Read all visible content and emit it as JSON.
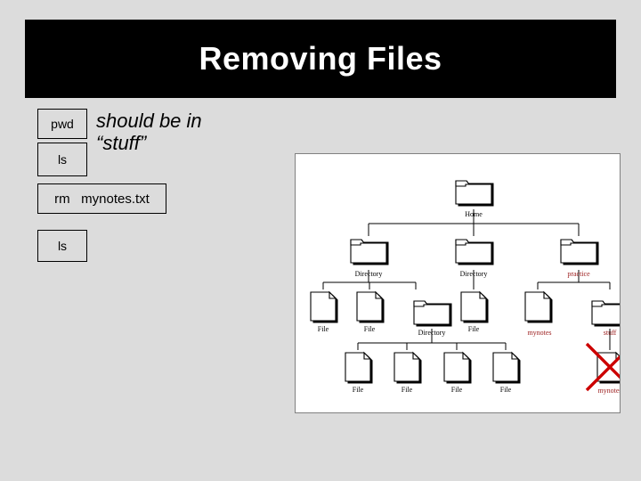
{
  "slide": {
    "title": "Removing Files",
    "background_color": "#dcdcdc",
    "title_bar_color": "#000000",
    "title_text_color": "#ffffff"
  },
  "commands": [
    {
      "id": "pwd",
      "label": "pwd"
    },
    {
      "id": "ls1",
      "label": "ls"
    },
    {
      "id": "rm",
      "label": "rm   mynotes.txt"
    },
    {
      "id": "ls2",
      "label": "ls"
    }
  ],
  "note": {
    "line1": "should be in",
    "line2": "“stuff”"
  },
  "diagram": {
    "panel_background": "#ffffff",
    "panel_border_color": "#808080",
    "highlight_color": "#9b1b1b",
    "delete_mark_color": "#cc0000",
    "nodes": [
      {
        "id": "home",
        "label": "Home",
        "type": "folder",
        "color": "normal",
        "deleted": false
      },
      {
        "id": "dir1",
        "label": "Directory",
        "type": "folder",
        "color": "normal",
        "deleted": false
      },
      {
        "id": "dir2",
        "label": "Directory",
        "type": "folder",
        "color": "normal",
        "deleted": false
      },
      {
        "id": "practice",
        "label": "practice",
        "type": "folder",
        "color": "highlight",
        "deleted": false
      },
      {
        "id": "file1",
        "label": "File",
        "type": "file",
        "color": "normal",
        "deleted": false
      },
      {
        "id": "file2",
        "label": "File",
        "type": "file",
        "color": "normal",
        "deleted": false
      },
      {
        "id": "dir3",
        "label": "Directory",
        "type": "folder",
        "color": "normal",
        "deleted": false
      },
      {
        "id": "file3",
        "label": "File",
        "type": "file",
        "color": "normal",
        "deleted": false
      },
      {
        "id": "mynotes1",
        "label": "mynotes",
        "type": "file",
        "color": "highlight",
        "deleted": false
      },
      {
        "id": "stuff",
        "label": "stuff",
        "type": "folder",
        "color": "highlight",
        "deleted": false
      },
      {
        "id": "file4",
        "label": "File",
        "type": "file",
        "color": "normal",
        "deleted": false
      },
      {
        "id": "file5",
        "label": "File",
        "type": "file",
        "color": "normal",
        "deleted": false
      },
      {
        "id": "file6",
        "label": "File",
        "type": "file",
        "color": "normal",
        "deleted": false
      },
      {
        "id": "file7",
        "label": "File",
        "type": "file",
        "color": "normal",
        "deleted": false
      },
      {
        "id": "mynotes2",
        "label": "mynotes",
        "type": "file",
        "color": "highlight",
        "deleted": true
      }
    ]
  }
}
